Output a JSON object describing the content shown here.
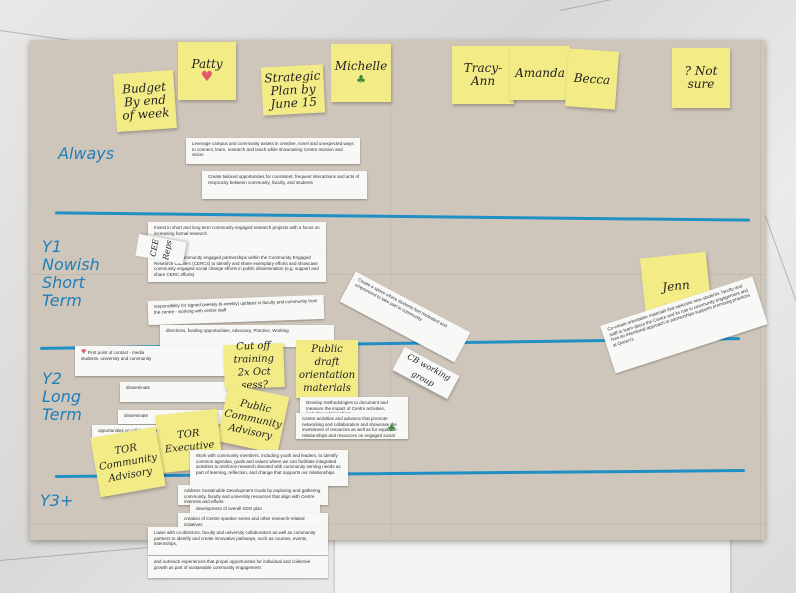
{
  "names": {
    "budget": "Budget By end of week",
    "patty": "Patty",
    "strategic": "Strategic Plan by June 15",
    "michelle": "Michelle",
    "tracy": "Tracy-Ann",
    "amanda": "Amanda",
    "becca": "Becca",
    "notsure": "? Not sure",
    "jenn": "Jenn"
  },
  "rows": {
    "always": "Always",
    "y1": "Y1 Nowish Short Term",
    "y2": "Y2 Long Term",
    "y3": "Y3+"
  },
  "notes": {
    "cee_reps": "CEE Reps",
    "cut_training": "Cut off training 2x Oct sess?",
    "public_draft": "Public draft orientation materials",
    "public_community": "Public Community Advisory",
    "tor_community": "TOR Community Advisory",
    "tor_executive": "TOR Executive",
    "cb": "CB working group"
  },
  "strips": {
    "s1": "Leverage campus and community assets in creative, novel and unexpected ways to connect, learn, research and teach while showcasing Centre mission and vision",
    "s2": "Create tailored opportunities for consistent, frequent interactions and acts of reciprocity between community, faculty, and students",
    "s3": "Invest in short and long term community engaged research projects with a focus on increasing formal research",
    "s4": "Map existing community engaged partnerships within the Community Engaged Research Clusters (CERCs) to identify and share exemplary efforts and showcase community engaged social change efforts in public dissemination (e.g. support and share CERC efforts)",
    "s5": "responsibility for signed (weekly-bi-weekly) updates in faculty and community from the centre - working with centre staff",
    "s6": "disseminate",
    "s7": "directions, funding opportunities, Advocacy, Practice, Working",
    "s8": "First point of contact - media",
    "s9": "students, university and community",
    "s10": "Create a space where students feel motivated and empowered to take part in community",
    "s11": "Co-create orientation materials that welcome new students, faculty and staff to learn about the Centre and its role in community engagement and how an intentional approach to partnerships supports promising practices at Queen's",
    "s12": "Develop methodologies to document and measure the impact of Centre activities, including relationships",
    "s13": "Centre activities and advance that promote networking and collaboration and showcase the investment of resources as well as for equitable relationships and resources on engaged social change",
    "s14": "disseminate",
    "s15": "opportunities or collaborations Board",
    "s16": "Work with community members, including youth and leaders, to identify common agendas, goals and values where we can facilitate integrated activities to reinforce research devoted with community serving needs as part of learning, reflection, and change that supports our relationships",
    "s17": "Address Sustainable Development Goals by exploring and gathering community, faculty and university resources that align with Centre interests and efforts",
    "s18": "development of overall SDG plan",
    "s19": "creation of Centre speaker series and other research-related initiatives",
    "s20": "Liaise with co-directors, faculty and university collaborators as well as community partners to identify and create innovative pathways, such as courses, events, internships,",
    "s21": "and outreach experiences that propel opportunities for individual and collective growth as part of sustainable community engagement"
  },
  "colors": {
    "line": "#1f8fc4",
    "sticky": "#f3ec86",
    "paper": "#cfc6bb"
  }
}
